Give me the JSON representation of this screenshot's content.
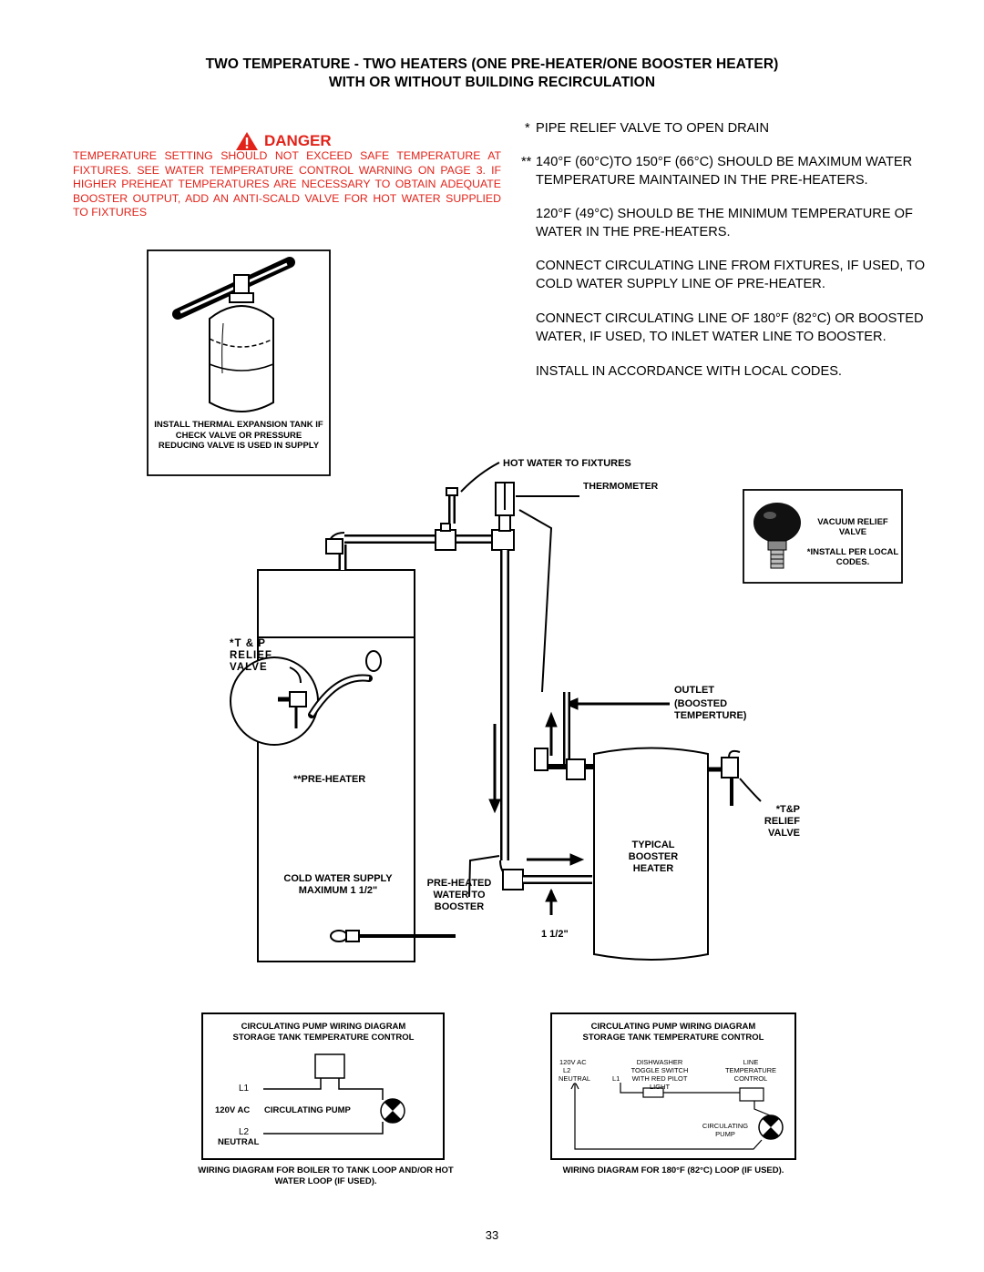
{
  "header": {
    "title_line1": "TWO TEMPERATURE - TWO HEATERS (ONE PRE-HEATER/ONE BOOSTER HEATER)",
    "title_line2": "WITH OR WITHOUT BUILDING RECIRCULATION"
  },
  "danger": {
    "heading": "DANGER",
    "text": "TEMPERATURE SETTING SHOULD NOT EXCEED SAFE TEMPERATURE AT FIXTURES. SEE WATER TEMPERATURE CONTROL WARNING ON PAGE 3. IF HIGHER PREHEAT TEMPERATURES ARE NECESSARY TO OBTAIN ADEQUATE BOOSTER OUTPUT, ADD AN ANTI-SCALD VALVE FOR HOT WATER SUPPLIED TO FIXTURES",
    "color": "#e2231a"
  },
  "notes": [
    {
      "mark": "*",
      "text": "PIPE RELIEF VALVE TO OPEN DRAIN"
    },
    {
      "mark": "**",
      "text": "140°F (60°C)TO 150°F (66°C) SHOULD BE MAXIMUM WATER TEMPERATURE MAINTAINED IN THE PRE-HEATERS."
    },
    {
      "mark": "",
      "text": "120°F (49°C) SHOULD BE THE MINIMUM TEMPERATURE OF WATER IN THE PRE-HEATERS."
    },
    {
      "mark": "",
      "text": "CONNECT CIRCULATING LINE FROM FIXTURES, IF USED, TO COLD WATER SUPPLY LINE OF PRE-HEATER."
    },
    {
      "mark": "",
      "text": "CONNECT CIRCULATING LINE OF 180°F (82°C) OR BOOSTED WATER, IF USED, TO INLET WATER LINE TO BOOSTER."
    },
    {
      "mark": "",
      "text": "INSTALL IN ACCORDANCE WITH LOCAL CODES."
    }
  ],
  "expansion_tank_caption": "INSTALL THERMAL EXPANSION TANK IF CHECK VALVE OR PRESSURE REDUCING VALVE IS USED IN SUPPLY",
  "vacuum_relief": {
    "label": "VACUUM RELIEF VALVE",
    "note": "*INSTALL PER LOCAL CODES."
  },
  "diagram": {
    "hot_water_to_fixtures": "HOT WATER TO FIXTURES",
    "thermometer": "THERMOMETER",
    "tp_relief_left": "*T & P RELIEF VALVE",
    "pre_heater": "**PRE-HEATER",
    "cold_water_supply": "COLD WATER SUPPLY MAXIMUM 1 1/2\"",
    "pre_heated_water": "PRE-HEATED WATER TO BOOSTER",
    "outlet": "OUTLET",
    "boosted": "(BOOSTED TEMPERTURE)",
    "tp_relief_right": "*T&P RELIEF VALVE",
    "booster": "TYPICAL BOOSTER HEATER",
    "size": "1 1/2\""
  },
  "wiring_left": {
    "title1": "CIRCULATING PUMP WIRING DIAGRAM",
    "title2": "STORAGE TANK TEMPERATURE CONTROL",
    "l1": "L1",
    "supply": "120V AC",
    "pump": "CIRCULATING PUMP",
    "l2": "L2",
    "neutral": "NEUTRAL",
    "caption": "WIRING DIAGRAM FOR BOILER TO TANK LOOP AND/OR HOT WATER LOOP (IF USED)."
  },
  "wiring_right": {
    "title1": "CIRCULATING PUMP WIRING DIAGRAM",
    "title2": "STORAGE TANK TEMPERATURE CONTROL",
    "supply": "120V AC",
    "l2": "L2",
    "neutral": "NEUTRAL",
    "l1": "L1",
    "switch": "DISHWASHER TOGGLE SWITCH WITH RED PILOT LIGHT",
    "control": "LINE TEMPERATURE CONTROL",
    "pump": "CIRCULATING PUMP",
    "caption": "WIRING DIAGRAM FOR 180°F (82°C) LOOP (IF USED)."
  },
  "page_number": "33"
}
